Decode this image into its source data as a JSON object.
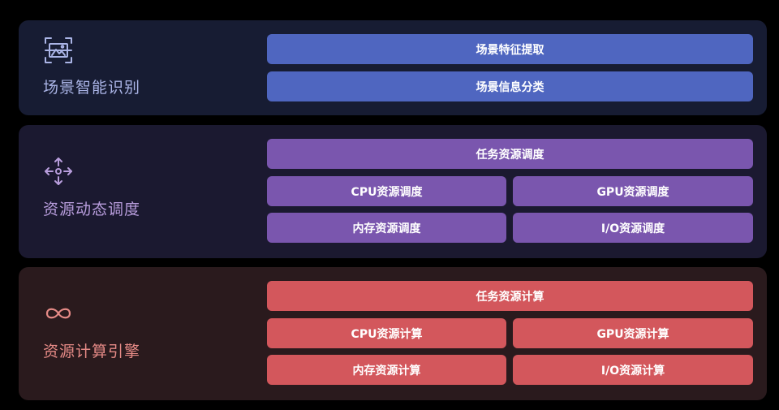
{
  "sections": [
    {
      "title": "场景智能识别",
      "icon": "scan-image-icon",
      "color": "#4f66c0",
      "items": [
        "场景特征提取",
        "场景信息分类"
      ]
    },
    {
      "title": "资源动态调度",
      "icon": "move-arrows-icon",
      "color": "#7a56ae",
      "items": [
        "任务资源调度",
        "CPU资源调度",
        "GPU资源调度",
        "内存资源调度",
        "I/O资源调度"
      ]
    },
    {
      "title": "资源计算引擎",
      "icon": "infinity-icon",
      "color": "#d3575c",
      "items": [
        "任务资源计算",
        "CPU资源计算",
        "GPU资源计算",
        "内存资源计算",
        "I/O资源计算"
      ]
    }
  ]
}
